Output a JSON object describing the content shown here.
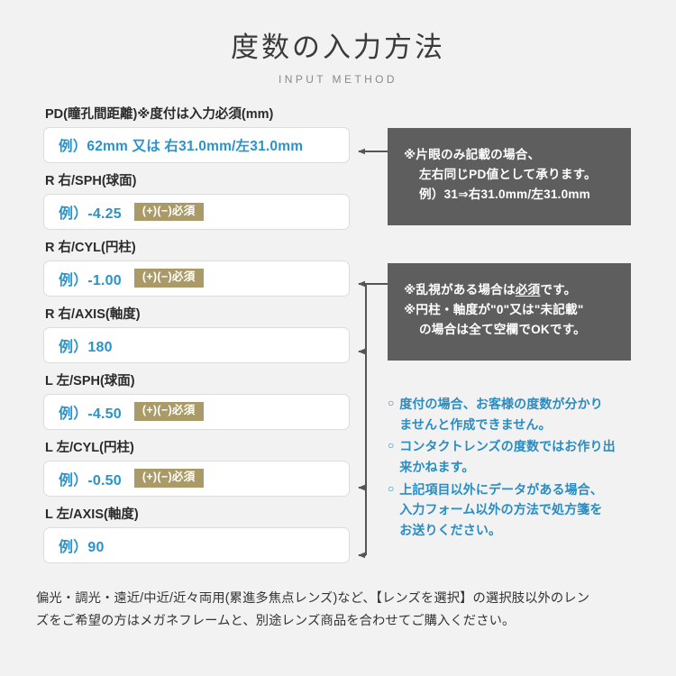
{
  "header": {
    "title": "度数の入力方法",
    "subtitle": "INPUT METHOD"
  },
  "form": {
    "fields": [
      {
        "label": "PD(瞳孔間距離)※度付は入力必須(mm)",
        "value": "例）62mm 又は 右31.0mm/左31.0mm",
        "badge": ""
      },
      {
        "label": "R 右/SPH(球面)",
        "value": "例）-4.25",
        "badge": "(+)(−)必須"
      },
      {
        "label": "R 右/CYL(円柱)",
        "value": "例）-1.00",
        "badge": "(+)(−)必須"
      },
      {
        "label": "R 右/AXIS(軸度)",
        "value": "例）180",
        "badge": ""
      },
      {
        "label": "L 左/SPH(球面)",
        "value": "例）-4.50",
        "badge": "(+)(−)必須"
      },
      {
        "label": "L 左/CYL(円柱)",
        "value": "例）-0.50",
        "badge": "(+)(−)必須"
      },
      {
        "label": "L 左/AXIS(軸度)",
        "value": "例）90",
        "badge": ""
      }
    ]
  },
  "callouts": {
    "pd": {
      "line1": "※片眼のみ記載の場合、",
      "line2": "左右同じPD値として承ります。",
      "line3": "例）31⇒右31.0mm/左31.0mm"
    },
    "cyl": {
      "line1_pre": "※乱視がある場合は",
      "line1_underline": "必須",
      "line1_post": "です。",
      "line2": "※円柱・軸度が\"0\"又は\"未記載\"",
      "line3": "の場合は全て空欄でOKです。"
    }
  },
  "notes": {
    "bullet": "○",
    "items": [
      "度付の場合、お客様の度数が分かりませんと作成できません。",
      "コンタクトレンズの度数ではお作り出来かねます。",
      "上記項目以外にデータがある場合、入力フォーム以外の方法で処方箋をお送りください。"
    ],
    "items_lines": [
      [
        "度付の場合、お客様の度数が分かり",
        "ませんと作成できません。"
      ],
      [
        "コンタクトレンズの度数ではお作り出",
        "来かねます。"
      ],
      [
        "上記項目以外にデータがある場合、",
        "入力フォーム以外の方法で処方箋を",
        "お送りください。"
      ]
    ]
  },
  "footer": {
    "line1": "偏光・調光・遠近/中近/近々両用(累進多焦点レンズ)など、【レンズを選択】の選択肢以外のレン",
    "line2": "ズをご希望の方はメガネフレームと、別途レンズ商品を合わせてご購入ください。"
  },
  "colors": {
    "background": "#f2f2f2",
    "accent_blue": "#2a93c9",
    "badge_khaki": "#a99a67",
    "callout_gray": "#5e5e5e",
    "connector": "#555555"
  }
}
